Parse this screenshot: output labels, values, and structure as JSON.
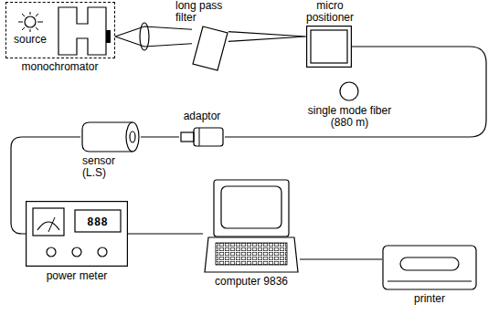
{
  "diagram": {
    "nodes": [
      {
        "text": [
          "monochromator"
        ]
      },
      {
        "text": [
          "source"
        ],
        "in": 0
      },
      {
        "text": [
          "long pass filter"
        ]
      },
      {
        "text": [
          "micro positioner"
        ]
      },
      {
        "text": [
          "single mode fiber (880 m)"
        ]
      },
      {
        "text": [
          "adaptor"
        ]
      },
      {
        "text": [
          "sensor (L.S)"
        ]
      },
      {
        "text": [
          "power meter"
        ]
      },
      {
        "text": [
          "computer 9836"
        ]
      },
      {
        "text": [
          "printer"
        ]
      }
    ],
    "edges": [
      {
        "from": 0,
        "to": 2,
        "arrow": "none"
      },
      {
        "from": 2,
        "to": 3,
        "arrow": "none"
      },
      {
        "from": 3,
        "to": 5,
        "arrow": "none"
      },
      {
        "from": 5,
        "to": 6,
        "arrow": "none"
      },
      {
        "from": 6,
        "to": 7,
        "arrow": "none"
      },
      {
        "from": 7,
        "to": 8,
        "arrow": "none"
      },
      {
        "from": 8,
        "to": 9,
        "arrow": "none"
      }
    ],
    "labels": [
      "888"
    ]
  }
}
